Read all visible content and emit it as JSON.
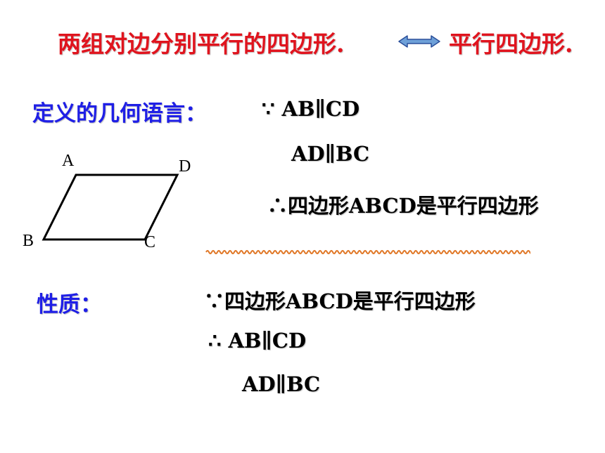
{
  "slide": {
    "title_left": "两组对边分别平行的四边形.",
    "title_right": "平行四边形.",
    "arrow_icon": "double-arrow-icon",
    "definition_label": "定义的几何语言：",
    "definition_lines": [
      "∵ AB∥CD",
      "AD∥BC",
      "∴四边形ABCD是平行四边形"
    ],
    "property_label": "性质：",
    "property_lines": [
      "∵四边形ABCD是平行四边形",
      "∴ AB∥CD",
      "AD∥BC"
    ],
    "figure": {
      "vertices": {
        "a": "A",
        "b": "B",
        "c": "C",
        "d": "D"
      }
    },
    "colors": {
      "title": "#e0141e",
      "label": "#1f1fe6",
      "arrow_fill": "#6ea0d8",
      "arrow_stroke": "#2a4f9a",
      "wavy_line": "#e07828"
    }
  }
}
